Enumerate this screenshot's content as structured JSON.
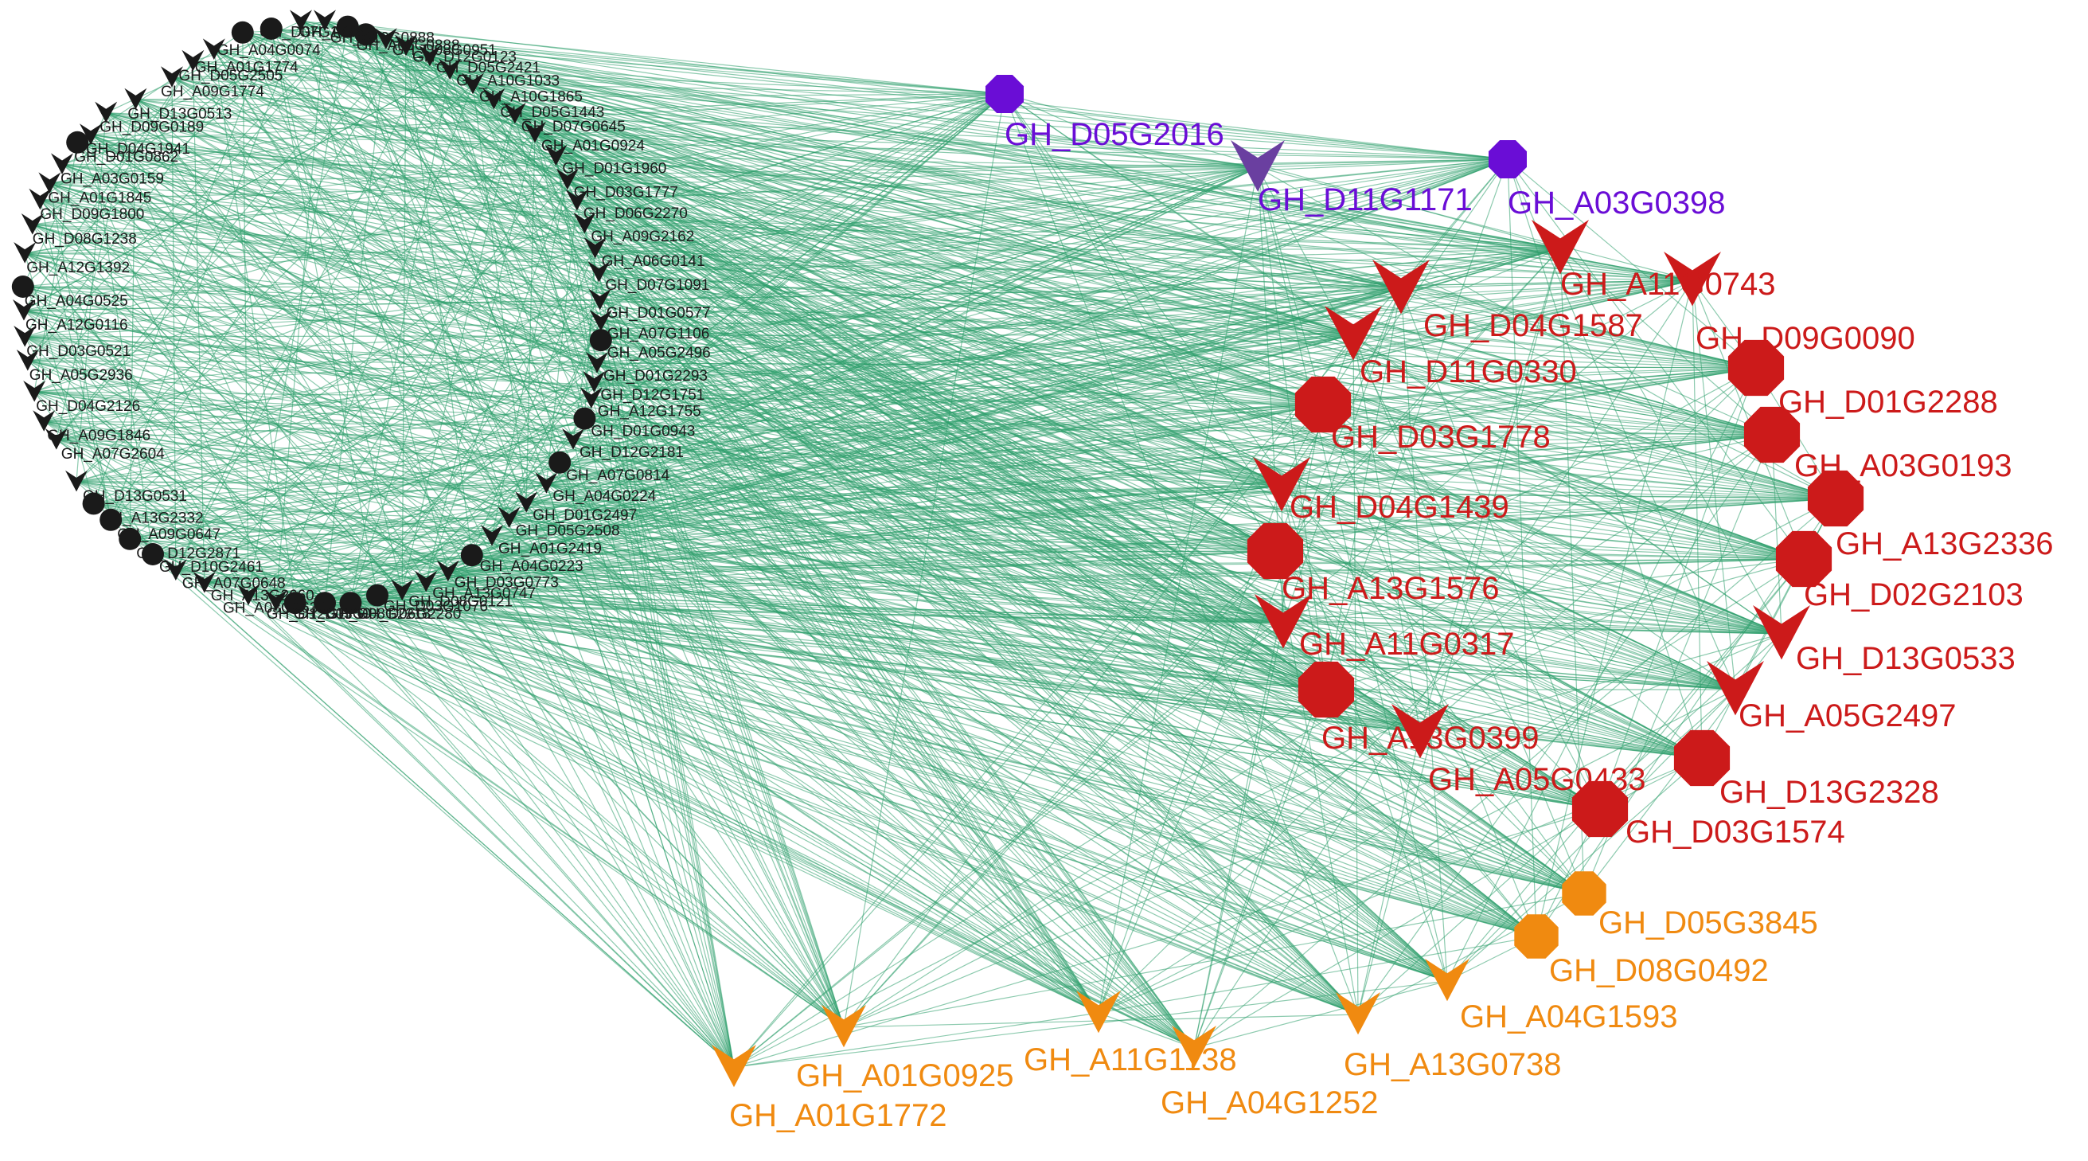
{
  "colors": {
    "edge": "#2e9e6b",
    "black": "#1a1a1a",
    "red": "#cc1a1a",
    "purple": "#6a0dd6",
    "purple_arrow": "#6a3fa0",
    "orange": "#f08a10"
  },
  "shapes": {
    "octagon": "octagon-icon",
    "arrow": "chevron-arrow-icon",
    "dot": "circle-icon"
  },
  "network": {
    "outer_arc": [
      {
        "label": "",
        "shape": "dot"
      },
      {
        "label": "GH_A04G0074",
        "shape": "dot"
      },
      {
        "label": "GH_A01G1774",
        "shape": "arrow"
      },
      {
        "label": "GH_D05G2505",
        "shape": "arrow"
      },
      {
        "label": "GH_A09G1774",
        "shape": "arrow"
      },
      {
        "label": "GH_D13G0513",
        "shape": "arrow"
      },
      {
        "label": "GH_D09G0189",
        "shape": "arrow"
      },
      {
        "label": "GH_D04G1941",
        "shape": "arrow"
      },
      {
        "label": "GH_D01G0862",
        "shape": "dot"
      },
      {
        "label": "GH_A03G0159",
        "shape": "arrow"
      },
      {
        "label": "GH_A01G1845",
        "shape": "arrow"
      },
      {
        "label": "GH_D09G1800",
        "shape": "arrow"
      },
      {
        "label": "GH_D08G1238",
        "shape": "arrow"
      },
      {
        "label": "GH_A12G1392",
        "shape": "arrow"
      },
      {
        "label": "GH_A04G0525",
        "shape": "dot"
      },
      {
        "label": "GH_A12G0116",
        "shape": "arrow"
      },
      {
        "label": "GH_D03G0521",
        "shape": "arrow"
      },
      {
        "label": "GH_A05G2936",
        "shape": "arrow"
      },
      {
        "label": "GH_D04G2126",
        "shape": "arrow"
      },
      {
        "label": "GH_A09G1846",
        "shape": "arrow"
      },
      {
        "label": "GH_A07G2604",
        "shape": "arrow"
      },
      {
        "label": "GH_D13G0531",
        "shape": "arrow"
      },
      {
        "label": "GH_A13G2332",
        "shape": "dot"
      },
      {
        "label": "GH_A09G0647",
        "shape": "dot"
      },
      {
        "label": "GH_D12G2871",
        "shape": "dot"
      },
      {
        "label": "GH_D10G2461",
        "shape": "dot"
      },
      {
        "label": "GH_A07G0648",
        "shape": "arrow"
      },
      {
        "label": "GH_A13G2660",
        "shape": "arrow"
      },
      {
        "label": "GH_A03G0630",
        "shape": "arrow"
      },
      {
        "label": "GH_D12G1750",
        "shape": "arrow"
      },
      {
        "label": "GH_D03G",
        "shape": "dot"
      },
      {
        "label": "GH_D08G2218",
        "shape": "dot"
      },
      {
        "label": "GH_D06G2280",
        "shape": "dot"
      },
      {
        "label": "GH_D03G1076",
        "shape": "dot"
      },
      {
        "label": "GH_D08G0121",
        "shape": "arrow"
      },
      {
        "label": "GH_A13G0747",
        "shape": "arrow"
      },
      {
        "label": "GH_D03G0773",
        "shape": "arrow"
      },
      {
        "label": "GH_A04G0223",
        "shape": "dot"
      },
      {
        "label": "GH_A01G2419",
        "shape": "arrow"
      },
      {
        "label": "GH_D05G2508",
        "shape": "arrow"
      },
      {
        "label": "GH_D01G2497",
        "shape": "arrow"
      },
      {
        "label": "GH_A04G0224",
        "shape": "arrow"
      },
      {
        "label": "GH_A07G0814",
        "shape": "dot"
      },
      {
        "label": "GH_D12G2181",
        "shape": "arrow"
      },
      {
        "label": "GH_D01G0943",
        "shape": "dot"
      },
      {
        "label": "GH_A12G1755",
        "shape": "arrow"
      },
      {
        "label": "GH_D12G1751",
        "shape": "arrow"
      },
      {
        "label": "GH_D01G2293",
        "shape": "arrow"
      },
      {
        "label": "GH_A05G2496",
        "shape": "dot"
      },
      {
        "label": "GH_A07G1106",
        "shape": "arrow"
      },
      {
        "label": "GH_D01G0577",
        "shape": "arrow"
      },
      {
        "label": "GH_D07G1091",
        "shape": "arrow"
      },
      {
        "label": "GH_A06G0141",
        "shape": "arrow"
      },
      {
        "label": "GH_A09G2162",
        "shape": "arrow"
      },
      {
        "label": "GH_D06G2270",
        "shape": "arrow"
      },
      {
        "label": "GH_D03G1777",
        "shape": "arrow"
      },
      {
        "label": "GH_D01G1960",
        "shape": "arrow"
      },
      {
        "label": "GH_A01G0924",
        "shape": "arrow"
      },
      {
        "label": "GH_D07G0645",
        "shape": "arrow"
      },
      {
        "label": "GH_D05G1443",
        "shape": "arrow"
      },
      {
        "label": "GH_A10G1865",
        "shape": "arrow"
      },
      {
        "label": "GH_A10G1033",
        "shape": "arrow"
      },
      {
        "label": "GH_D05G2421",
        "shape": "arrow"
      },
      {
        "label": "GH_D12G0123",
        "shape": "arrow"
      },
      {
        "label": "GH_D08G0951",
        "shape": "arrow"
      },
      {
        "label": "GH_A05G0888",
        "shape": "dot"
      },
      {
        "label": "GH_D10G0888",
        "shape": "dot"
      },
      {
        "label": "GH_A09G",
        "shape": "arrow"
      },
      {
        "label": "GH_D07G1776",
        "shape": "arrow"
      }
    ],
    "purple_nodes": [
      {
        "label": "GH_D05G2016",
        "shape": "octagon"
      },
      {
        "label": "GH_D11G1171",
        "shape": "arrow"
      },
      {
        "label": "GH_A03G0398",
        "shape": "octagon"
      }
    ],
    "red_nodes": [
      {
        "label": "GH_A11G0743",
        "shape": "arrow"
      },
      {
        "label": "GH_D04G1587",
        "shape": "arrow"
      },
      {
        "label": "GH_D09G0090",
        "shape": "arrow"
      },
      {
        "label": "GH_D11G0330",
        "shape": "arrow"
      },
      {
        "label": "GH_D01G2288",
        "shape": "octagon"
      },
      {
        "label": "GH_D03G1778",
        "shape": "octagon"
      },
      {
        "label": "GH_A03G0193",
        "shape": "octagon"
      },
      {
        "label": "GH_D04G1439",
        "shape": "arrow"
      },
      {
        "label": "GH_A13G2336",
        "shape": "octagon"
      },
      {
        "label": "GH_A13G1576",
        "shape": "octagon"
      },
      {
        "label": "GH_D02G2103",
        "shape": "octagon"
      },
      {
        "label": "GH_A11G0317",
        "shape": "arrow"
      },
      {
        "label": "GH_D13G0533",
        "shape": "arrow"
      },
      {
        "label": "GH_A05G2497",
        "shape": "arrow"
      },
      {
        "label": "GH_A13G0399",
        "shape": "octagon"
      },
      {
        "label": "GH_A05G0433",
        "shape": "arrow"
      },
      {
        "label": "GH_D13G2328",
        "shape": "octagon"
      },
      {
        "label": "GH_D03G1574",
        "shape": "octagon"
      }
    ],
    "orange_nodes": [
      {
        "label": "GH_D05G3845",
        "shape": "octagon"
      },
      {
        "label": "GH_D08G0492",
        "shape": "octagon"
      },
      {
        "label": "GH_A04G1593",
        "shape": "arrow"
      },
      {
        "label": "GH_A13G0738",
        "shape": "arrow"
      },
      {
        "label": "GH_A04G1252",
        "shape": "arrow"
      },
      {
        "label": "GH_A11G1138",
        "shape": "arrow"
      },
      {
        "label": "GH_A01G0925",
        "shape": "arrow"
      },
      {
        "label": "GH_A01G1772",
        "shape": "arrow"
      }
    ]
  }
}
